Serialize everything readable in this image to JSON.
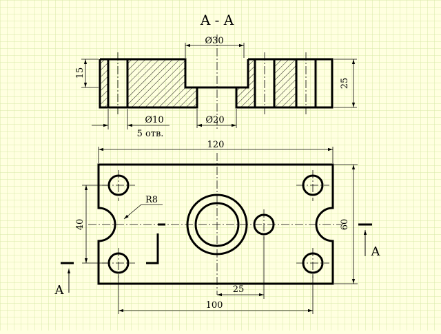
{
  "section_title": "A - A",
  "section_dims": {
    "d30": "Ø30",
    "d20": "Ø20",
    "d10": "Ø10",
    "holes_note": "5 отв.",
    "h15": "15",
    "h25": "25"
  },
  "plan_dims": {
    "w120": "120",
    "h60": "60",
    "h40": "40",
    "r8": "R8",
    "d25": "25",
    "w100": "100"
  },
  "cut_labels": {
    "left": "A",
    "right": "A"
  },
  "colors": {
    "paper": "#ffffe0",
    "grid": "#d7e9a6",
    "ink": "#000000",
    "hatch": "#000000"
  }
}
